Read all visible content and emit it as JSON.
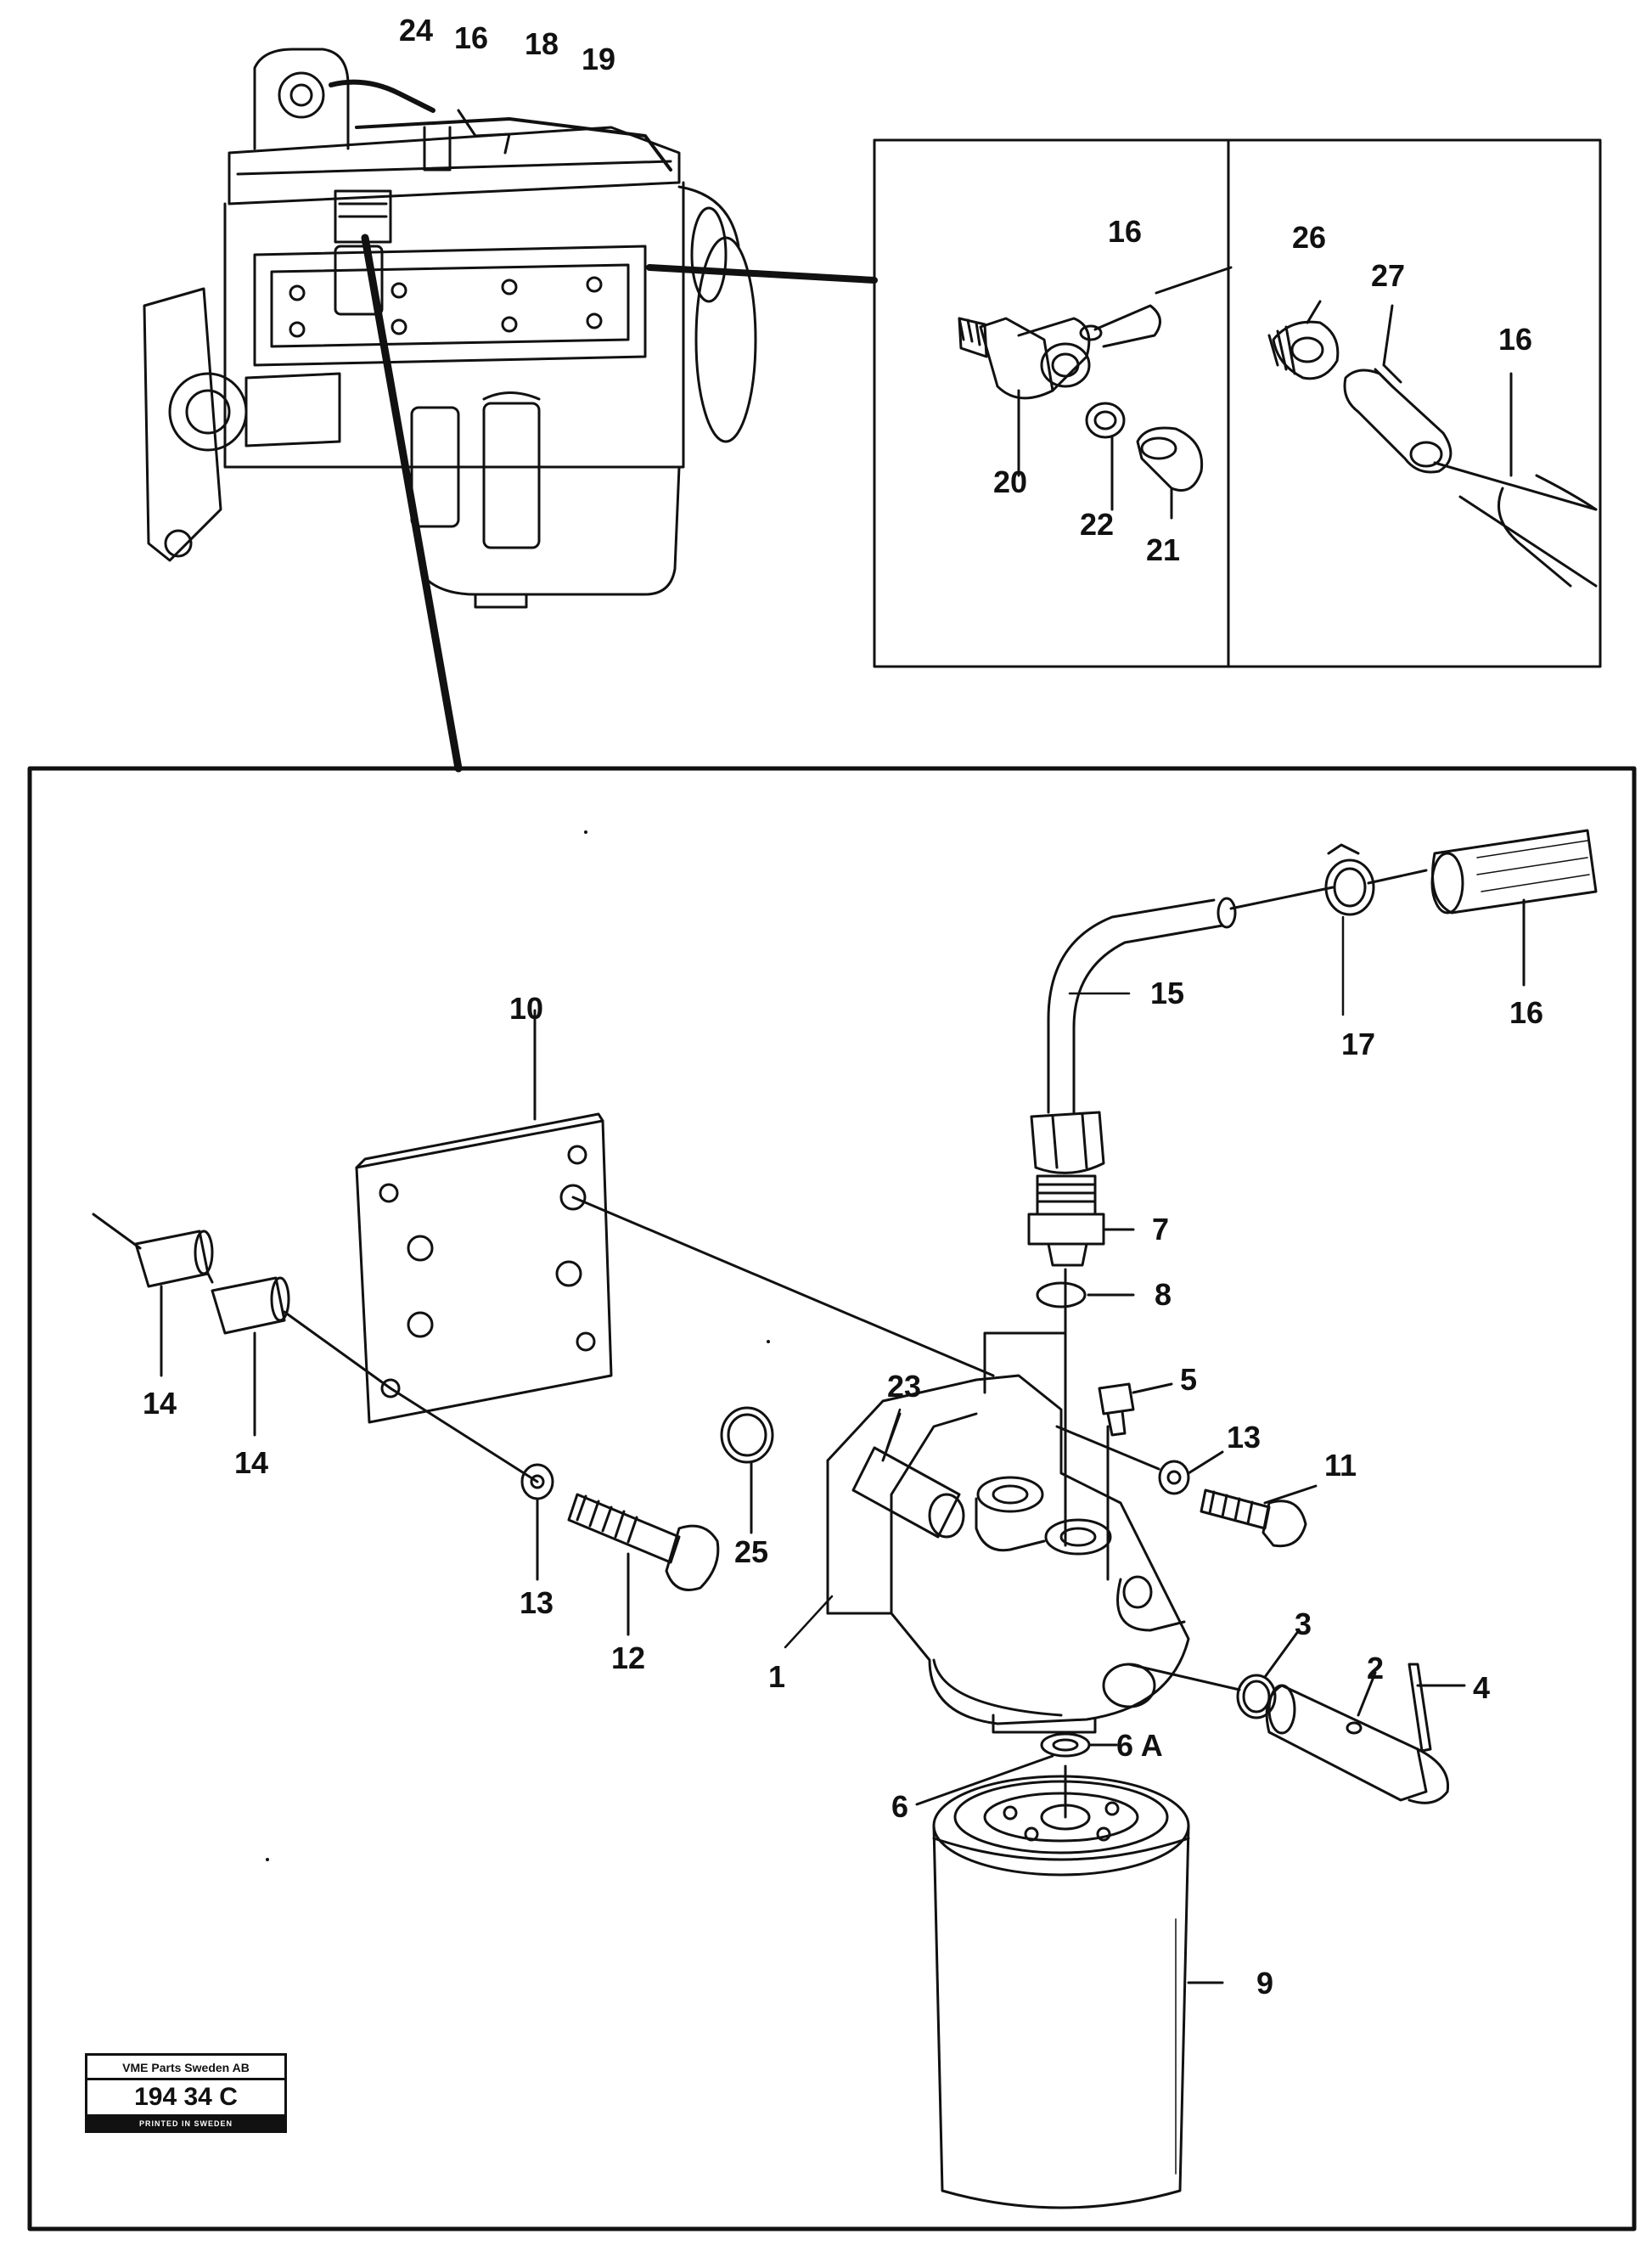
{
  "callouts": [
    {
      "id": "c24",
      "text": "24"
    },
    {
      "id": "c16a",
      "text": "16"
    },
    {
      "id": "c18",
      "text": "18"
    },
    {
      "id": "c19",
      "text": "19"
    },
    {
      "id": "c16b",
      "text": "16"
    },
    {
      "id": "c20",
      "text": "20"
    },
    {
      "id": "c22",
      "text": "22"
    },
    {
      "id": "c21",
      "text": "21"
    },
    {
      "id": "c26",
      "text": "26"
    },
    {
      "id": "c27",
      "text": "27"
    },
    {
      "id": "c16c",
      "text": "16"
    },
    {
      "id": "c15",
      "text": "15"
    },
    {
      "id": "c17",
      "text": "17"
    },
    {
      "id": "c16d",
      "text": "16"
    },
    {
      "id": "c10",
      "text": "10"
    },
    {
      "id": "c7",
      "text": "7"
    },
    {
      "id": "c8",
      "text": "8"
    },
    {
      "id": "c5",
      "text": "5"
    },
    {
      "id": "c23",
      "text": "23"
    },
    {
      "id": "c13a",
      "text": "13"
    },
    {
      "id": "c11",
      "text": "11"
    },
    {
      "id": "c14a",
      "text": "14"
    },
    {
      "id": "c14b",
      "text": "14"
    },
    {
      "id": "c25",
      "text": "25"
    },
    {
      "id": "c13b",
      "text": "13"
    },
    {
      "id": "c12",
      "text": "12"
    },
    {
      "id": "c1",
      "text": "1"
    },
    {
      "id": "c3",
      "text": "3"
    },
    {
      "id": "c2",
      "text": "2"
    },
    {
      "id": "c4",
      "text": "4"
    },
    {
      "id": "c6A",
      "text": "6 A"
    },
    {
      "id": "c6",
      "text": "6"
    },
    {
      "id": "c9",
      "text": "9"
    }
  ],
  "stamp": {
    "company": "VME Parts Sweden AB",
    "number": "194 34 C",
    "printed": "PRINTED IN SWEDEN"
  }
}
